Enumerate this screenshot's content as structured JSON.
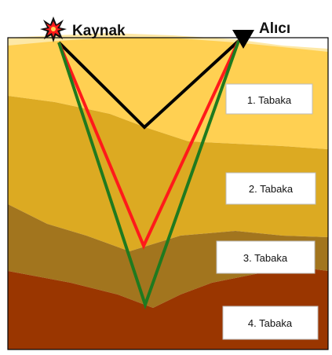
{
  "diagram": {
    "source_label": "Kaynak",
    "receiver_label": "Alıcı",
    "layers": [
      {
        "label": "1. Tabaka",
        "color": "#FFD052"
      },
      {
        "label": "2. Tabaka",
        "color": "#DCAA22"
      },
      {
        "label": "3. Tabaka",
        "color": "#A2751E"
      },
      {
        "label": "4. Tabaka",
        "color": "#9A3600"
      }
    ],
    "surface_color": "#FDE8A6",
    "ray_colors": {
      "layer1_reflection": "#000000",
      "layer2_reflection": "#FF1A1A",
      "layer3_reflection": "#1F7A1F"
    },
    "icons": {
      "source": "explosion-icon",
      "receiver": "triangle-down-icon"
    }
  }
}
